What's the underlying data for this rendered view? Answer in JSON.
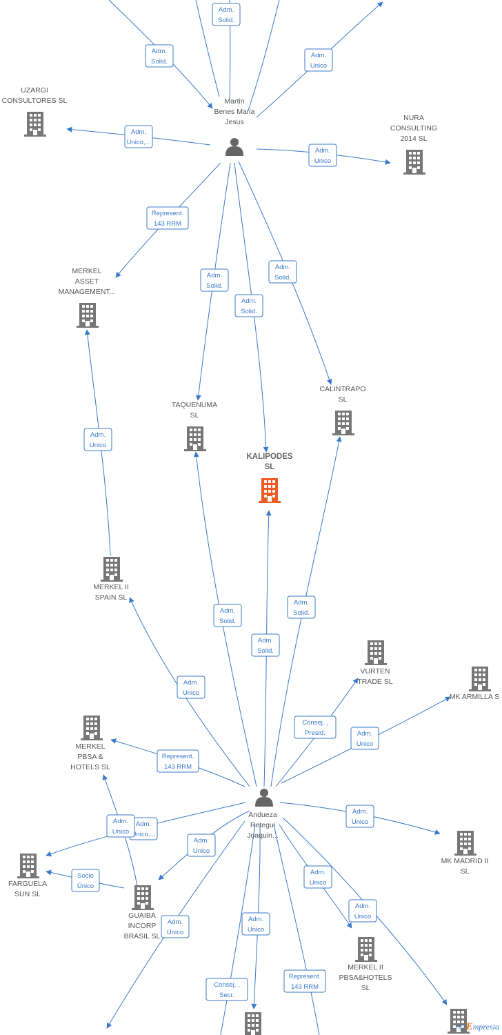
{
  "colors": {
    "edge": "#3a78c9",
    "building": "#777777",
    "main_building": "#ee5a24",
    "person": "#666666"
  },
  "credit": {
    "copyright": "©",
    "e": "E",
    "rest": "mpresia"
  },
  "nodes": [
    {
      "id": "martin",
      "type": "person",
      "lines": [
        "Martin",
        "Benes Maria",
        "Jesus"
      ]
    },
    {
      "id": "andueza",
      "type": "person",
      "lines": [
        "Andueza",
        "Retegui",
        "Joaquin..."
      ]
    },
    {
      "id": "uzargi",
      "type": "company",
      "lines": [
        "UZARGI",
        "CONSULTORES SL"
      ]
    },
    {
      "id": "nura",
      "type": "company",
      "lines": [
        "NURA",
        "CONSULTING",
        "2014  SL"
      ]
    },
    {
      "id": "merkel_am",
      "type": "company",
      "lines": [
        "MERKEL",
        "ASSET",
        "MANAGEMENT..."
      ]
    },
    {
      "id": "taquenuma",
      "type": "company",
      "lines": [
        "TAQUENUMA",
        "SL"
      ]
    },
    {
      "id": "kalipodes",
      "type": "company",
      "main": true,
      "lines": [
        "KALIPODES",
        "SL"
      ]
    },
    {
      "id": "calintrapo",
      "type": "company",
      "lines": [
        "CALINTRAPO",
        "SL"
      ]
    },
    {
      "id": "merkel2spain",
      "type": "company",
      "lines": [
        "MERKEL II",
        "SPAIN  SL"
      ]
    },
    {
      "id": "vurten",
      "type": "company",
      "lines": [
        "VURTEN",
        "TRADE SL"
      ]
    },
    {
      "id": "mkarmilla",
      "type": "company",
      "lines": [
        "MK ARMILLA  S"
      ]
    },
    {
      "id": "merkelpbsa",
      "type": "company",
      "lines": [
        "MERKEL",
        "PBSA &",
        "HOTELS  SL"
      ]
    },
    {
      "id": "mkmadrid",
      "type": "company",
      "lines": [
        "MK MADRID II",
        "SL"
      ]
    },
    {
      "id": "farguela",
      "type": "company",
      "lines": [
        "FARGUELA",
        "SUN  SL"
      ]
    },
    {
      "id": "guaiba",
      "type": "company",
      "lines": [
        "GUAIBA",
        "INCORP",
        "BRASIL SL"
      ]
    },
    {
      "id": "merkel2pbsa",
      "type": "company",
      "lines": [
        "MERKEL II",
        "PBSA&HOTELS",
        "SL"
      ]
    },
    {
      "id": "bottom_bld",
      "type": "company",
      "lines": []
    },
    {
      "id": "br_bld",
      "type": "company",
      "lines": []
    }
  ],
  "edge_labels": [
    {
      "id": "l1",
      "lines": [
        "Adm.",
        "Solid."
      ]
    },
    {
      "id": "l2",
      "lines": [
        "Adm.",
        "Solid."
      ]
    },
    {
      "id": "l3",
      "lines": [
        "Adm.",
        "Unico"
      ]
    },
    {
      "id": "l4",
      "lines": [
        "Adm.",
        "Unico,..."
      ]
    },
    {
      "id": "l5",
      "lines": [
        "Adm.",
        "Unico"
      ]
    },
    {
      "id": "l6",
      "lines": [
        "Represent.",
        "143 RRM"
      ]
    },
    {
      "id": "l7",
      "lines": [
        "Adm.",
        "Solid."
      ]
    },
    {
      "id": "l8",
      "lines": [
        "Adm.",
        "Solid."
      ]
    },
    {
      "id": "l9",
      "lines": [
        "Adm.",
        "Solid."
      ]
    },
    {
      "id": "l10",
      "lines": [
        "Adm.",
        "Unico"
      ]
    },
    {
      "id": "l11",
      "lines": [
        "Adm.",
        "Solid."
      ]
    },
    {
      "id": "l12",
      "lines": [
        "Adm.",
        "Solid."
      ]
    },
    {
      "id": "l13",
      "lines": [
        "Adm.",
        "Solid."
      ]
    },
    {
      "id": "l14",
      "lines": [
        "Adm.",
        "Unico"
      ]
    },
    {
      "id": "l15",
      "lines": [
        "Consej. ,",
        "Presid."
      ]
    },
    {
      "id": "l16",
      "lines": [
        "Adm.",
        "Unico"
      ]
    },
    {
      "id": "l17",
      "lines": [
        "Represent.",
        "143 RRM"
      ]
    },
    {
      "id": "l18",
      "lines": [
        "Adm.",
        "Unico,..."
      ]
    },
    {
      "id": "l19",
      "lines": [
        "Adm.",
        "Unico"
      ]
    },
    {
      "id": "l20",
      "lines": [
        "Adm.",
        "Unico"
      ]
    },
    {
      "id": "l21",
      "lines": [
        "Adm.",
        "Unico"
      ]
    },
    {
      "id": "l22",
      "lines": [
        "Socio",
        "Único"
      ]
    },
    {
      "id": "l23",
      "lines": [
        "Adm.",
        "Unico"
      ]
    },
    {
      "id": "l24",
      "lines": [
        "Adm.",
        "Unico"
      ]
    },
    {
      "id": "l25",
      "lines": [
        "Adm.",
        "Unico"
      ]
    },
    {
      "id": "l26",
      "lines": [
        "Adm.",
        "Unico"
      ]
    },
    {
      "id": "l27",
      "lines": [
        "Consej. ,",
        "Secr."
      ]
    },
    {
      "id": "l28",
      "lines": [
        "Represent.",
        "143 RRM"
      ]
    }
  ]
}
